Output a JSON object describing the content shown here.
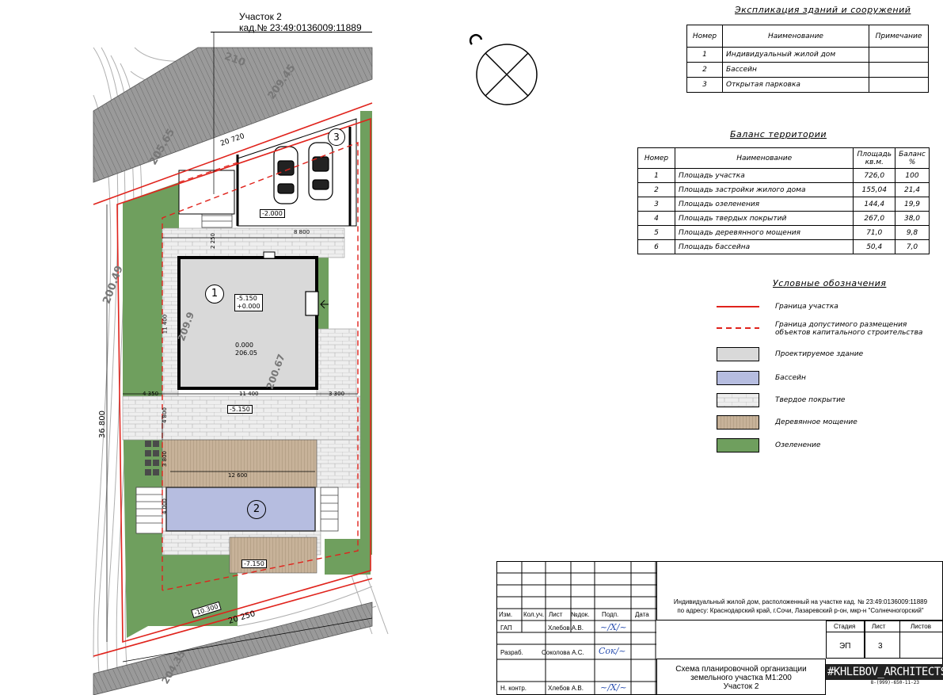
{
  "plot_label": {
    "line1": "Участок 2",
    "line2": "кад.№ 23:49:0136009:11889"
  },
  "site": {
    "buildings": [
      {
        "number": "1",
        "marks": [
          "-5.150",
          "+0.000",
          "0.000",
          "206.05"
        ]
      },
      {
        "number": "2"
      },
      {
        "number": "3",
        "marks": [
          "-2.000"
        ]
      }
    ],
    "dimensions": [
      "20 720",
      "8 800",
      "2 250",
      "11 400",
      "4 350",
      "11 400",
      "3 300",
      "36 800",
      "-5.150",
      "4 800",
      "3 800",
      "12 600",
      "4 000",
      "-7.150",
      "-10.300",
      "20 250"
    ],
    "contours": [
      "210",
      "209.45",
      "205.65",
      "200.49",
      "200.67",
      "209.9",
      "204.35"
    ]
  },
  "explication": {
    "title": "Экспликация зданий и сооружений",
    "headers": [
      "Номер",
      "Наименование",
      "Примечание"
    ],
    "rows": [
      [
        "1",
        "Индивидуальный жилой дом",
        ""
      ],
      [
        "2",
        "Бассейн",
        ""
      ],
      [
        "3",
        "Открытая парковка",
        ""
      ]
    ]
  },
  "balance": {
    "title": "Баланс территории",
    "headers": [
      "Номер",
      "Наименование",
      "Площадь кв.м.",
      "Баланс %"
    ],
    "rows": [
      [
        "1",
        "Площадь участка",
        "726,0",
        "100"
      ],
      [
        "2",
        "Площадь застройки жилого дома",
        "155,04",
        "21,4"
      ],
      [
        "3",
        "Площадь озеленения",
        "144,4",
        "19,9"
      ],
      [
        "4",
        "Площадь твердых покрытий",
        "267,0",
        "38,0"
      ],
      [
        "5",
        "Площадь деревянного мощения",
        "71,0",
        "9,8"
      ],
      [
        "6",
        "Площадь бассейна",
        "50,4",
        "7,0"
      ]
    ]
  },
  "legend": {
    "title": "Условные обозначения",
    "items": [
      {
        "label": "Граница участка",
        "kind": "solid-line",
        "color": "#e0231c"
      },
      {
        "label": "Граница допустимого размещения объектов капитального строительства",
        "kind": "dashed-line",
        "color": "#e0231c"
      },
      {
        "label": "Проектируемое здание",
        "kind": "fill",
        "color": "#d9d9d9"
      },
      {
        "label": "Бассейн",
        "kind": "fill",
        "color": "#b6bde0"
      },
      {
        "label": "Твердое покрытие",
        "kind": "tiles",
        "color": "#eeeeee"
      },
      {
        "label": "Деревянное мощение",
        "kind": "wood",
        "color": "#c7b299"
      },
      {
        "label": "Озеленение",
        "kind": "fill",
        "color": "#6f9f5e"
      }
    ]
  },
  "stamp": {
    "project": "Индивидуальный жилой дом, расположенный на участке кад. № 23:49:0136009:11889",
    "address": "по адресу: Краснодарский край, г.Сочи, Лазаревский р-он, мкр-н \"Солнечногорский\"",
    "columns": [
      "Изм.",
      "Кол.уч.",
      "Лист",
      "№док.",
      "Подп.",
      "Дата"
    ],
    "roles": [
      {
        "role": "ГАП",
        "name": "Хлебов А.В."
      },
      {
        "role": "Разраб.",
        "name": "Соколова А.С."
      },
      {
        "role": "Н. контр.",
        "name": "Хлебов А.В."
      }
    ],
    "stage_label": "Стадия",
    "sheet_label": "Лист",
    "sheets_label": "Листов",
    "stage": "ЭП",
    "sheet": "3",
    "drawing_title": [
      "Схема планировочной организации",
      "земельного участка М1:200",
      "Участок 2"
    ],
    "firm": "#KHLEBOV_ARCHITECTS",
    "firm_phone": "8-(999)-650-11-23"
  },
  "colors": {
    "boundary": "#e0231c",
    "green": "#6f9f5e",
    "pool": "#b6bde0",
    "building": "#d9d9d9",
    "wood": "#c7b299",
    "road": "#9a9a9a"
  }
}
